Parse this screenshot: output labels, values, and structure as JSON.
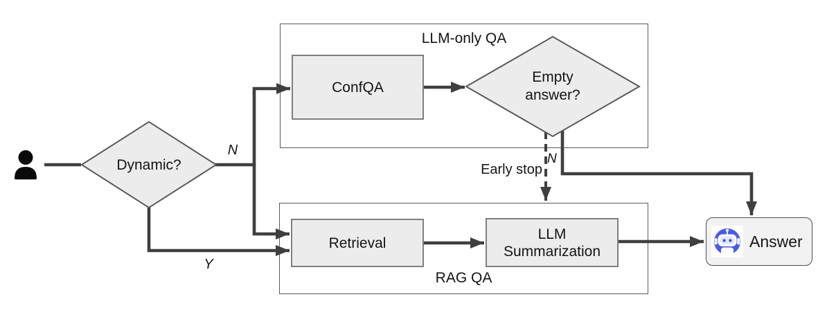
{
  "nodes": {
    "user": {
      "icon": "person-icon"
    },
    "dynamic": {
      "label": "Dynamic?"
    },
    "confqa": {
      "label": "ConfQA"
    },
    "empty_answer": {
      "label_lines": [
        "Empty",
        "answer?"
      ]
    },
    "retrieval": {
      "label": "Retrieval"
    },
    "llm_summarization": {
      "label_lines": [
        "LLM",
        "Summarization"
      ]
    },
    "answer": {
      "label": "Answer",
      "icon": "chatbot-icon"
    }
  },
  "containers": {
    "llm_only_qa": {
      "label": "LLM-only QA"
    },
    "rag_qa": {
      "label": "RAG QA"
    }
  },
  "edge_labels": {
    "dynamic_no": "N",
    "dynamic_yes": "Y",
    "empty_answer_no": "N",
    "early_stop": "Early stop"
  },
  "colors": {
    "background": "#ffffff",
    "line": "#3f3f3f",
    "node_fill": "#ececec",
    "node_border": "#7f7f7f",
    "container_border": "#595959",
    "answer_fill": "#f2f2f2",
    "robot_blue": "#4a5be0",
    "person_icon": "#0a0a0a",
    "text": "#141414"
  }
}
